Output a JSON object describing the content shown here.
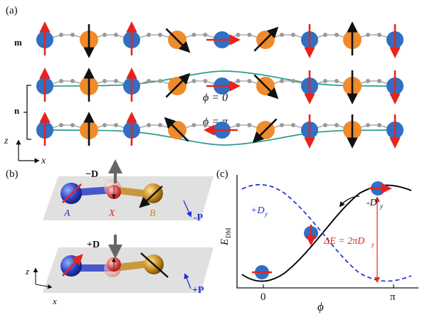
{
  "panel_a": {
    "label": "(a)",
    "row_m_label": "m",
    "row_n_label": "n",
    "phi0_label": "ϕ = 0",
    "phipi_label": "ϕ = π",
    "axis_z": "z",
    "axis_x": "x",
    "ion_colors": {
      "A": "#2f6fc4",
      "B": "#f08a2c",
      "X": "#9a9a9a",
      "chain": "#9a9a9a",
      "wave": "#2a9d8f"
    },
    "spin_colors": {
      "red": "#e8231c",
      "black": "#111111"
    }
  },
  "panel_b": {
    "label": "(b)",
    "top_dm": "−D",
    "top_pol": "-P",
    "bottom_dm": "+D",
    "bottom_pol": "+P",
    "ion_A": "A",
    "ion_X": "X",
    "ion_B": "B",
    "axis_z": "z",
    "axis_x": "x"
  },
  "panel_c": {
    "label": "(c)",
    "ylabel": "E",
    "ylabel_sub": "DM",
    "xlabel": "ϕ",
    "xtick_0": "0",
    "xtick_pi": "π",
    "plus_label": "+D",
    "plus_sub": "y",
    "minus_label": "-D",
    "minus_sub": "y",
    "delta_label": "ΔE = 2πD",
    "delta_sub": "y",
    "colors": {
      "solid": "#000000",
      "dashed": "#1f2fd6",
      "arrow": "#e8231c"
    }
  }
}
